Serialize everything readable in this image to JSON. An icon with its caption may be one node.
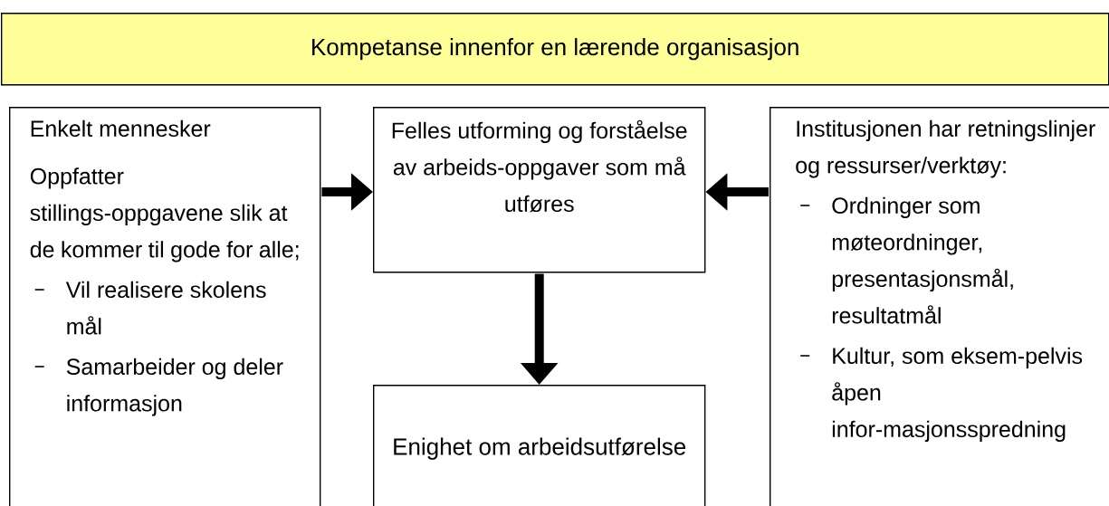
{
  "diagram": {
    "nodes": [
      {
        "text": [
          "Kompetanse innenfor en lærende organisasjon"
        ]
      },
      {
        "text": [
          "Enkelt mennesker",
          "Oppfatter stillings-oppgavene slik at de kommer til gode for alle;",
          "Vil realisere skolens mål",
          "Samarbeider og deler informasjon"
        ]
      },
      {
        "text": [
          "Felles utforming og forståelse av arbeids-oppgaver som må utføres"
        ]
      },
      {
        "text": [
          "Institusjonen har retningslinjer og ressurser/verktøy:",
          "Ordninger som møteordninger, presentasjonsmål, resultatmål",
          "Kultur, som eksem-pelvis åpen infor-masjonsspredning"
        ]
      },
      {
        "text": [
          "Enighet om arbeidsutførelse"
        ]
      }
    ],
    "edges": [
      {
        "from": 1,
        "to": 2,
        "arrow": "to"
      },
      {
        "from": 3,
        "to": 2,
        "arrow": "to"
      },
      {
        "from": 2,
        "to": 4,
        "arrow": "to"
      }
    ]
  }
}
